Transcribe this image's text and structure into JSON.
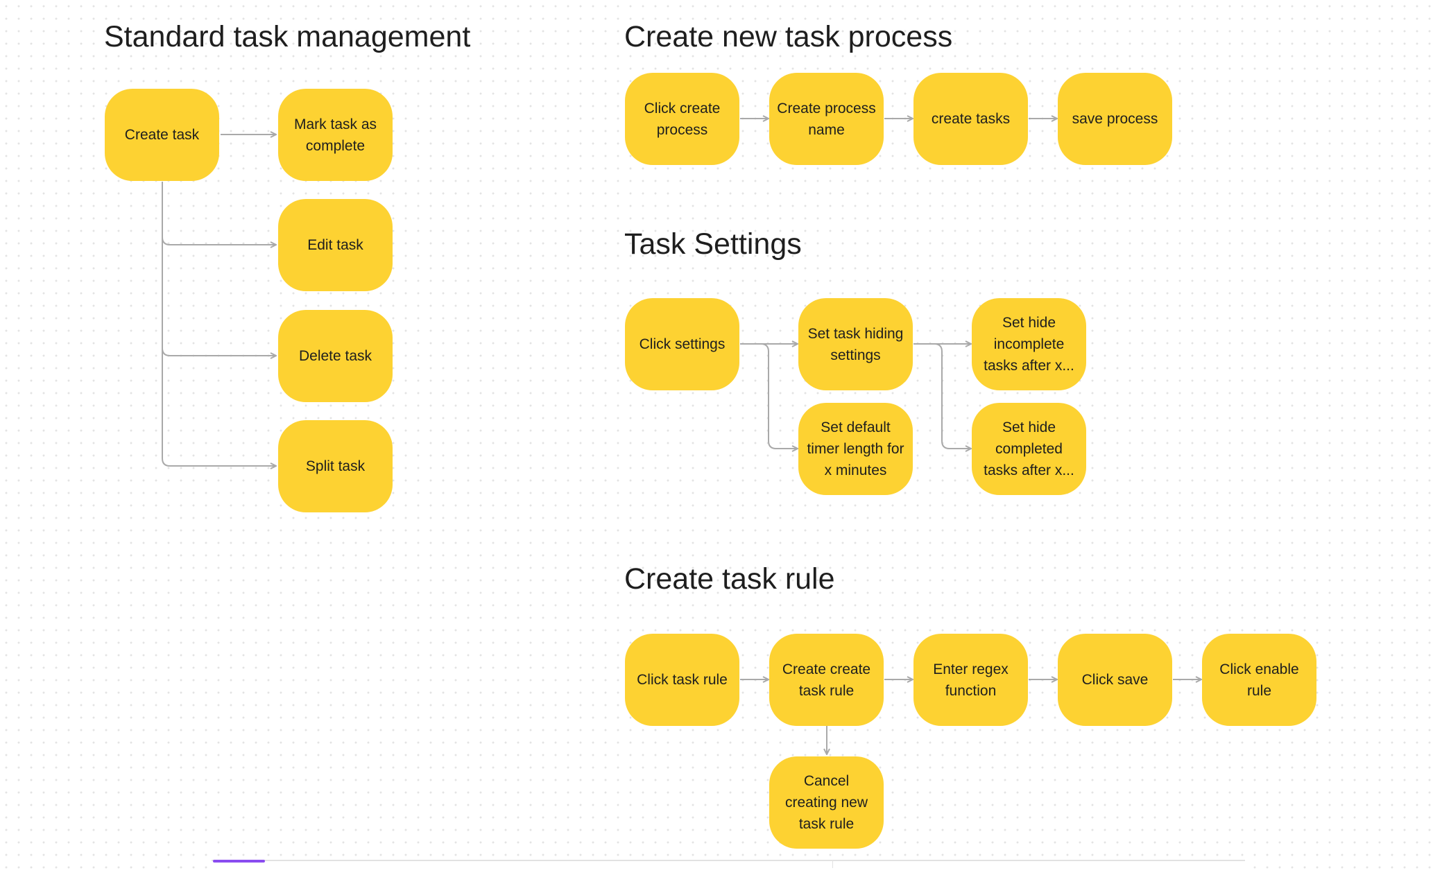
{
  "sections": {
    "standard": {
      "title": "Standard task management",
      "create_task": "Create task",
      "mark_complete": "Mark task as complete",
      "edit_task": "Edit task",
      "delete_task": "Delete task",
      "split_task": "Split task"
    },
    "new_process": {
      "title": "Create new task process",
      "click_create_process": "Click create process",
      "create_process_name": "Create process name",
      "create_tasks": "create tasks",
      "save_process": "save process"
    },
    "settings": {
      "title": "Task Settings",
      "click_settings": "Click settings",
      "set_hiding": "Set task hiding settings",
      "set_timer": "Set default timer length for x minutes",
      "hide_incomplete": "Set hide incomplete tasks after x...",
      "hide_completed": "Set hide completed tasks after x..."
    },
    "rule": {
      "title": "Create task rule",
      "click_rule": "Click task rule",
      "create_rule": "Create create task rule",
      "enter_regex": "Enter regex function",
      "click_save": "Click save",
      "click_enable": "Click enable rule",
      "cancel_rule": "Cancel creating new task rule"
    }
  },
  "colors": {
    "node_fill": "#fdd232",
    "connector": "#a9a9a9",
    "text": "#1e1e1e",
    "accent": "#8a4cf0"
  }
}
